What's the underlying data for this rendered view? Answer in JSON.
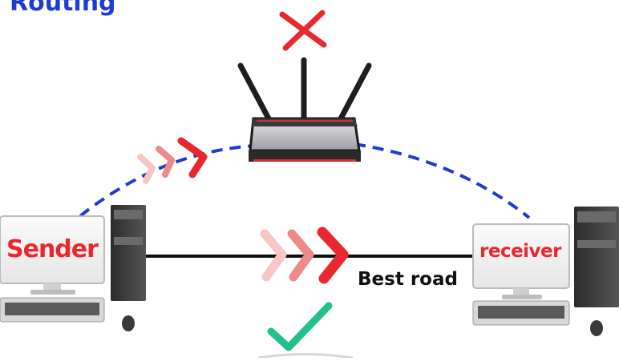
{
  "heading": "Routing",
  "sender_label": "Sender",
  "receiver_label": "receiver",
  "road_label": "Best road",
  "colors": {
    "heading": "#1f3bd6",
    "labels": "#e8282e",
    "arc": "#1f3bd6",
    "cross": "#e8282e",
    "check": "#22c08a",
    "arrows": "#e8282e"
  },
  "icons": {
    "top": "red-cross-icon",
    "bottom": "green-check-icon",
    "router": "router-icon",
    "sender": "desktop-computer-icon",
    "receiver": "desktop-computer-icon"
  }
}
